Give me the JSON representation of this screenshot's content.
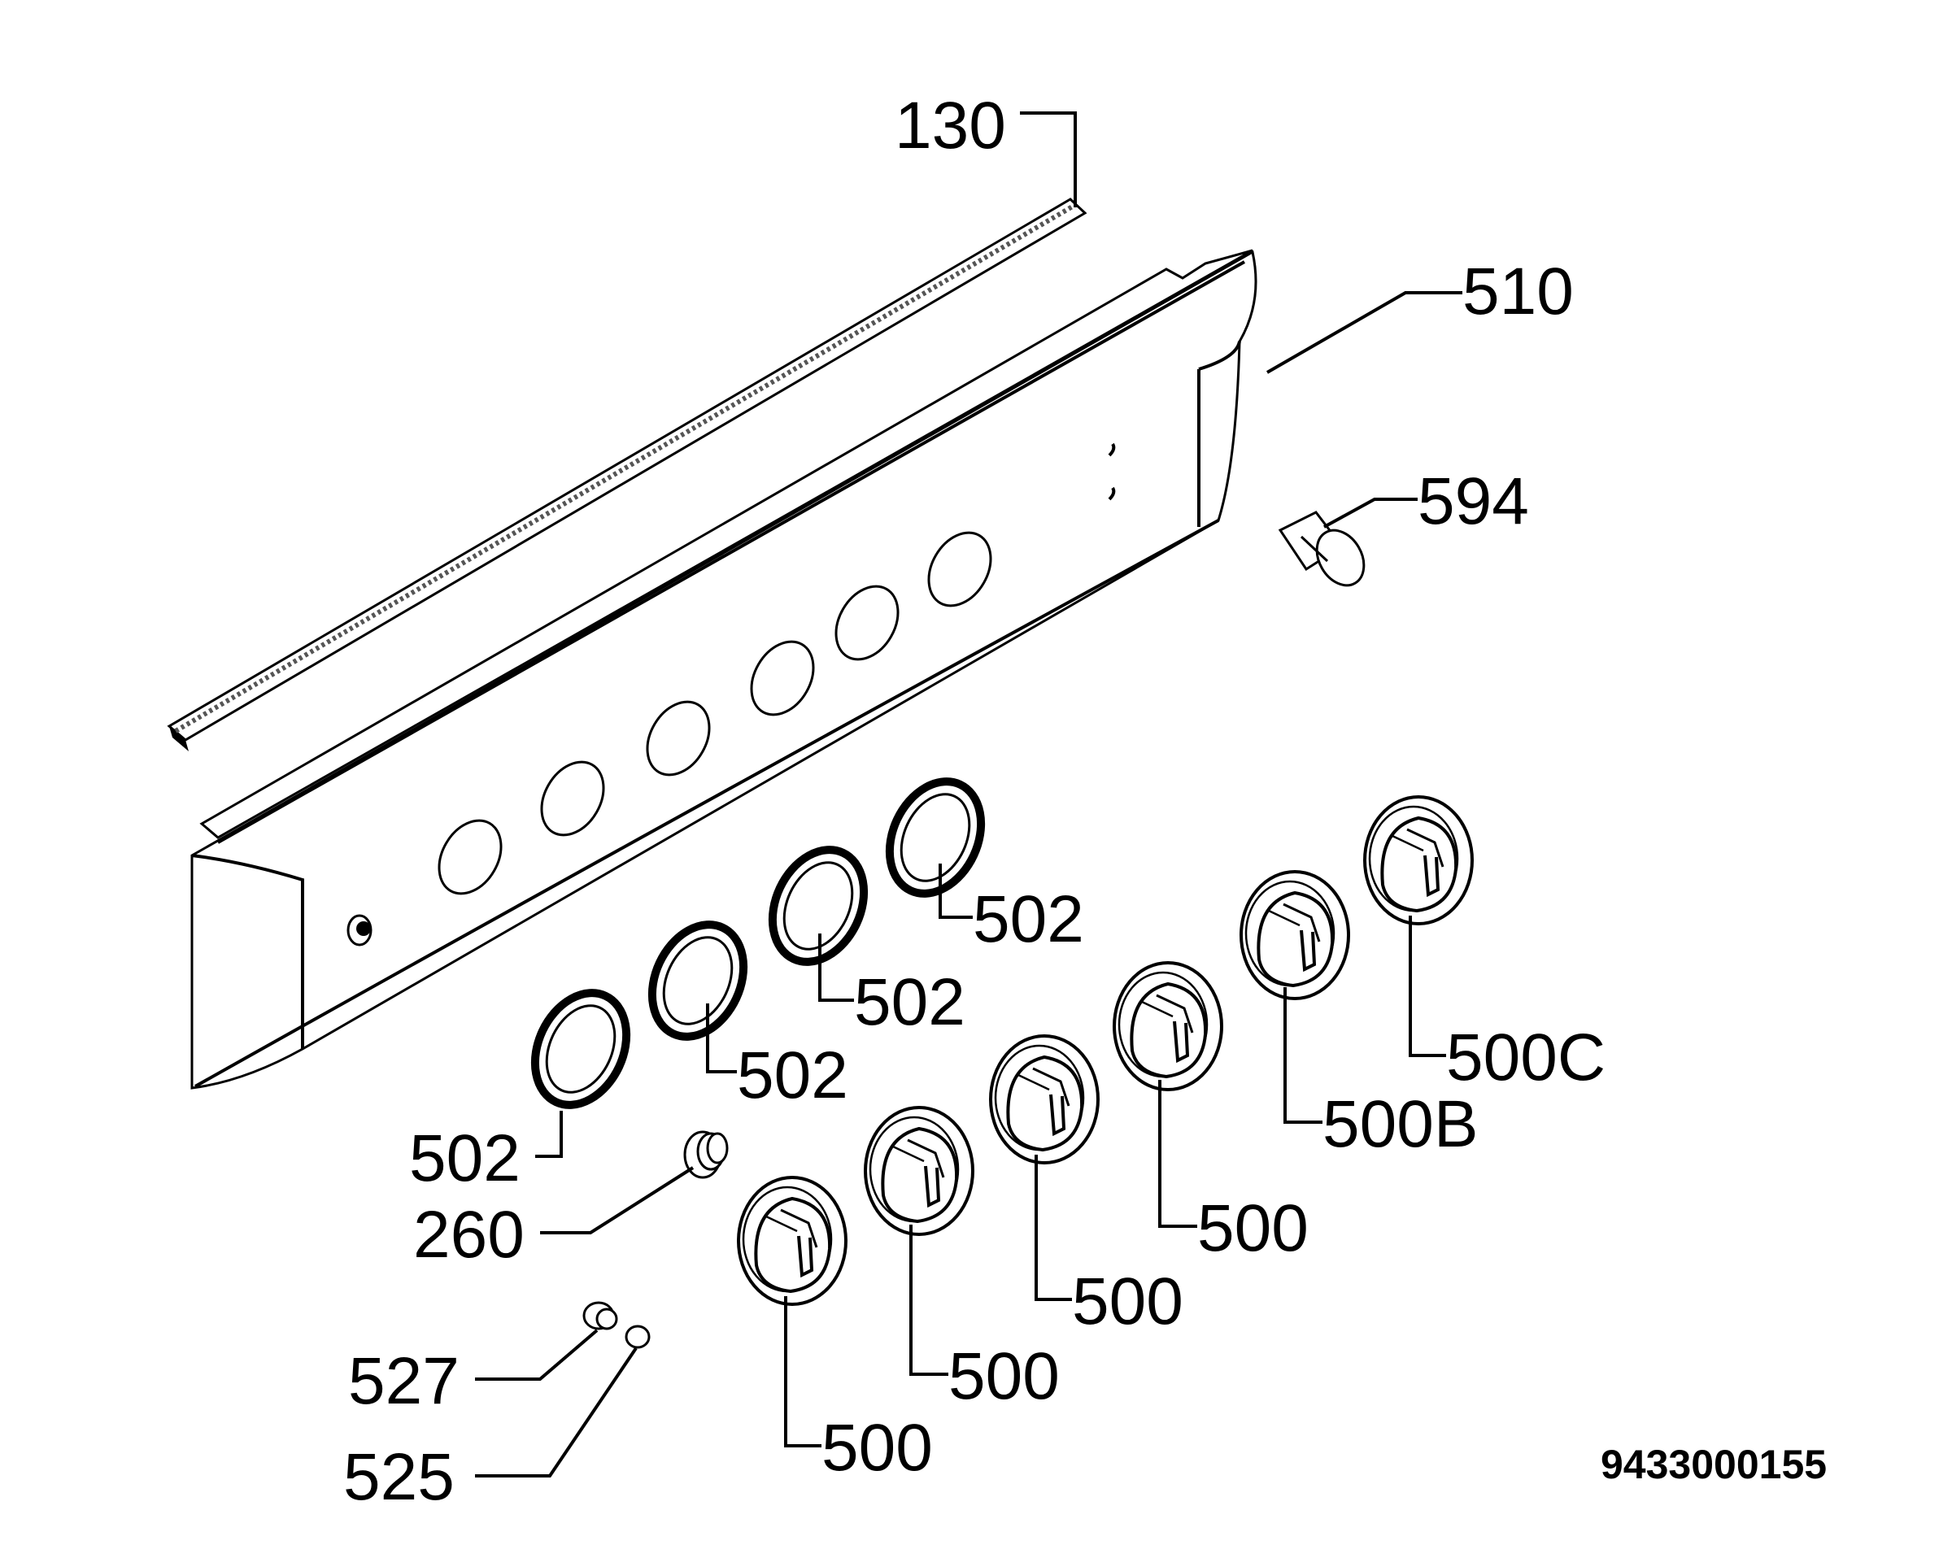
{
  "labels": {
    "strip": "130",
    "panel": "510",
    "lamp": "594",
    "ring_1": "502",
    "ring_2": "502",
    "ring_3": "502",
    "ring_4": "502",
    "spring": "260",
    "small_part_a": "527",
    "small_part_b": "525",
    "knob_1": "500",
    "knob_2": "500",
    "knob_3": "500",
    "knob_4": "500",
    "knob_5": "500B",
    "knob_6": "500C",
    "doc_number": "9433000155"
  }
}
